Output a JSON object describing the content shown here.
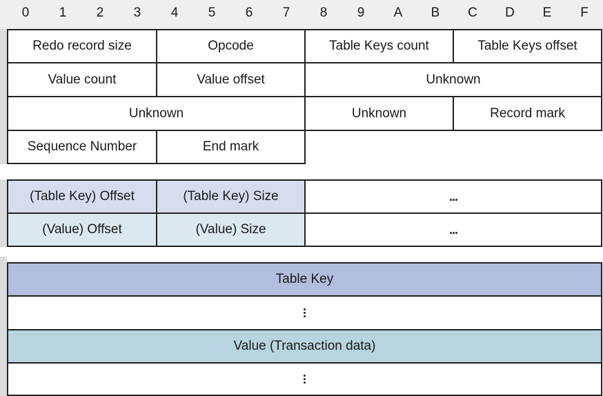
{
  "colors": {
    "ruler_bg": "#efefef",
    "border": "#222222",
    "table_key_entry_bg": "#d6dcee",
    "value_entry_bg": "#dce8f0",
    "table_key_band_bg": "#b1bedd",
    "value_band_bg": "#b7d4df"
  },
  "ruler": [
    "0",
    "1",
    "2",
    "3",
    "4",
    "5",
    "6",
    "7",
    "8",
    "9",
    "A",
    "B",
    "C",
    "D",
    "E",
    "F"
  ],
  "header": {
    "redo_record_size": "Redo record size",
    "opcode": "Opcode",
    "table_keys_count": "Table Keys count",
    "table_keys_offset": "Table Keys offset",
    "value_count": "Value count",
    "value_offset": "Value offset",
    "unknown_1": "Unknown",
    "unknown_2": "Unknown",
    "unknown_3": "Unknown",
    "record_mark": "Record mark",
    "sequence_number": "Sequence Number",
    "end_mark": "End mark"
  },
  "entries": {
    "table_key_offset": "(Table Key) Offset",
    "table_key_size": "(Table Key) Size",
    "table_key_more": "...",
    "value_offset": "(Value) Offset",
    "value_size": "(Value) Size",
    "value_more": "..."
  },
  "data_section": {
    "table_key": "Table Key",
    "value": "Value (Transaction data)"
  }
}
